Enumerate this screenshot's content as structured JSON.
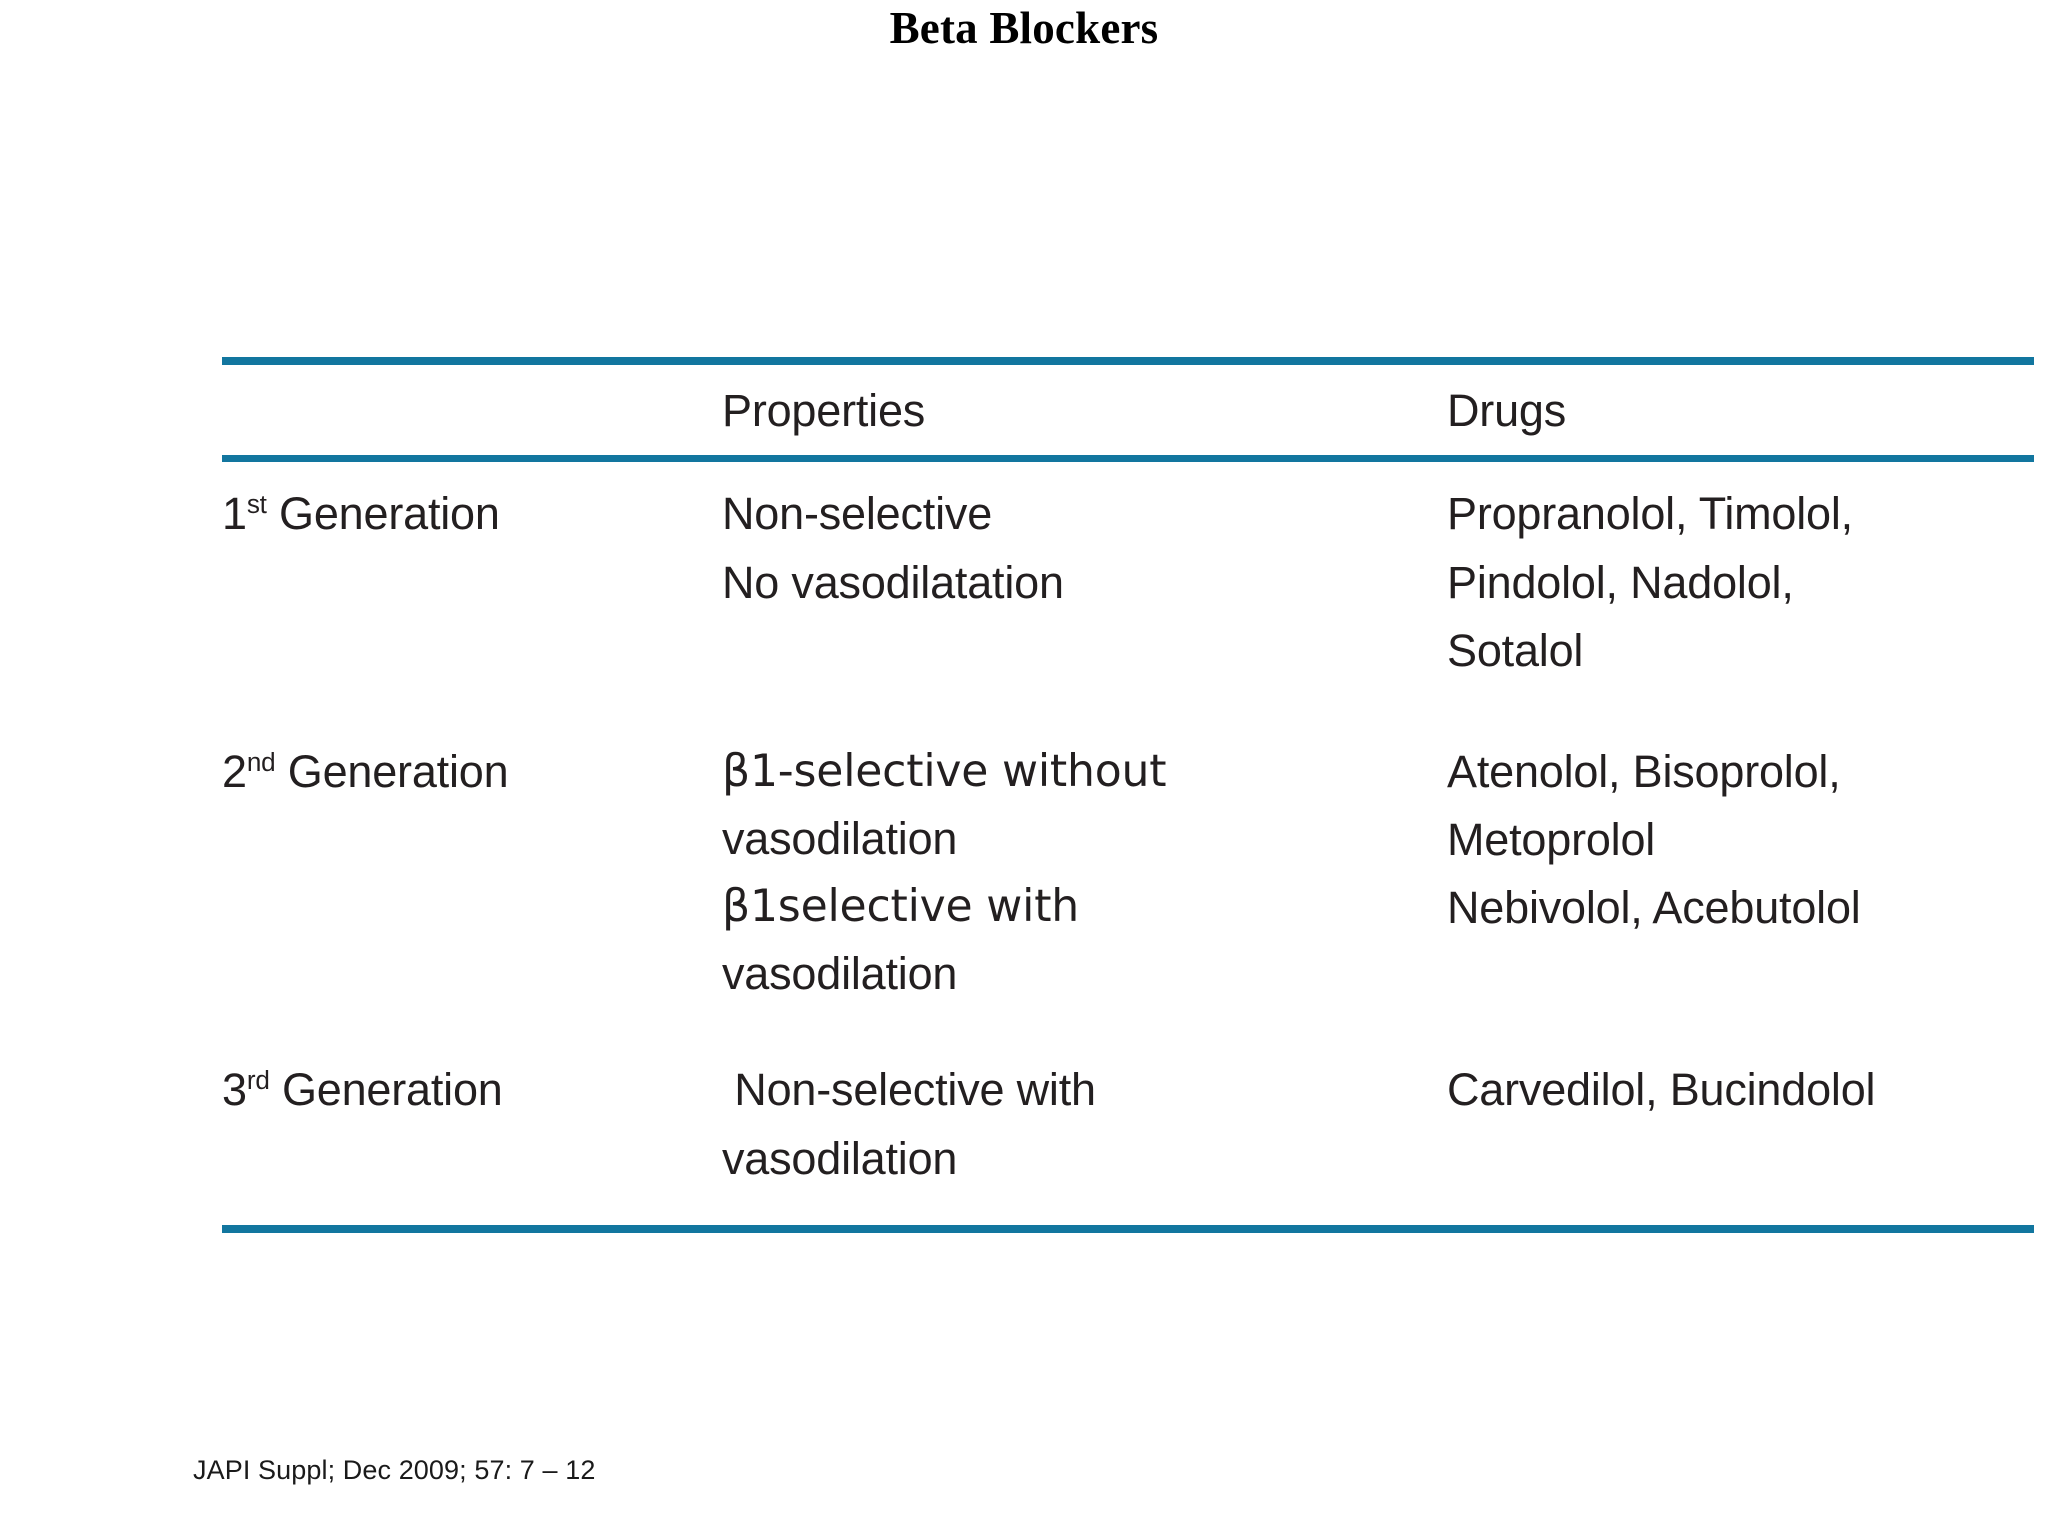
{
  "slide": {
    "title": "Beta Blockers",
    "citation": "JAPI Suppl; Dec 2009; 57: 7 – 12",
    "accent_color": "#12769f",
    "text_color": "#231f20",
    "background_color": "#ffffff"
  },
  "table": {
    "columns": [
      {
        "key": "generation",
        "label": ""
      },
      {
        "key": "properties",
        "label": "Properties"
      },
      {
        "key": "drugs",
        "label": "Drugs"
      }
    ],
    "rows": [
      {
        "generation_number": "1",
        "generation_ordinal": "st",
        "generation_word": "Generation",
        "properties_lines": [
          "Non-selective",
          "No vasodilatation"
        ],
        "drugs_lines": [
          "Propranolol, Timolol,",
          "Pindolol, Nadolol,",
          "Sotalol"
        ]
      },
      {
        "generation_number": "2",
        "generation_ordinal": "nd",
        "generation_word": "Generation",
        "properties_lines": [
          "β1-selective without",
          "vasodilation",
          "β1selective with",
          "vasodilation"
        ],
        "drugs_lines": [
          "Atenolol, Bisoprolol,",
          "Metoprolol",
          "Nebivolol, Acebutolol"
        ]
      },
      {
        "generation_number": "3",
        "generation_ordinal": "rd",
        "generation_word": "Generation",
        "properties_lines": [
          " Non-selective with",
          "vasodilation"
        ],
        "drugs_lines": [
          "Carvedilol, Bucindolol"
        ]
      }
    ]
  }
}
